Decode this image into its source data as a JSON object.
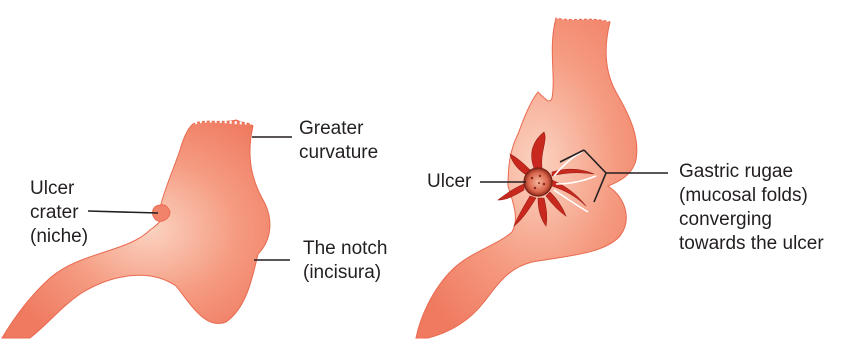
{
  "left_figure": {
    "labels": {
      "greater_line1": "Greater",
      "greater_line2": "curvature",
      "crater_line1": "Ulcer",
      "crater_line2": "crater",
      "crater_line3": "(niche)",
      "notch_line1": "The notch",
      "notch_line2": "(incisura)"
    }
  },
  "right_figure": {
    "labels": {
      "ulcer": "Ulcer",
      "rugae_line1": "Gastric rugae",
      "rugae_line2": "(mucosal folds)",
      "rugae_line3": "converging",
      "rugae_line4": "towards the ulcer"
    }
  },
  "colors": {
    "stomach_fill": "#f2836b",
    "stomach_light": "#f8c2ac",
    "stomach_edge": "#e9694f",
    "fold_red": "#c8281e",
    "leader_line": "#231f20"
  }
}
